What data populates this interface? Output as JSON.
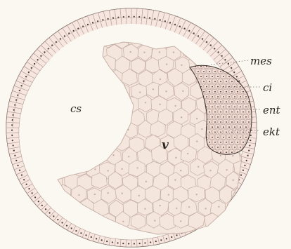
{
  "figure": {
    "labels": {
      "cs": "cs",
      "v": "v",
      "mes": "mes",
      "ci": "ci",
      "ent": "ent",
      "ekt": "ekt"
    },
    "colors": {
      "paper": "#fbf8f2",
      "outline": "#3a2e2a",
      "cell_fill": "#f6e6df",
      "cell_stroke": "#b39e95",
      "nucleus": "#4a3a34",
      "yolk_fill": "#f4e5dd",
      "yolk_stroke": "#c4aea4"
    },
    "structures": [
      {
        "key": "cs",
        "name": "segmentation-cavity"
      },
      {
        "key": "v",
        "name": "yolk-mass"
      },
      {
        "key": "mes",
        "name": "mesoderm"
      },
      {
        "key": "ci",
        "name": "cilia"
      },
      {
        "key": "ent",
        "name": "entoderm"
      },
      {
        "key": "ekt",
        "name": "ektoderm"
      }
    ]
  }
}
